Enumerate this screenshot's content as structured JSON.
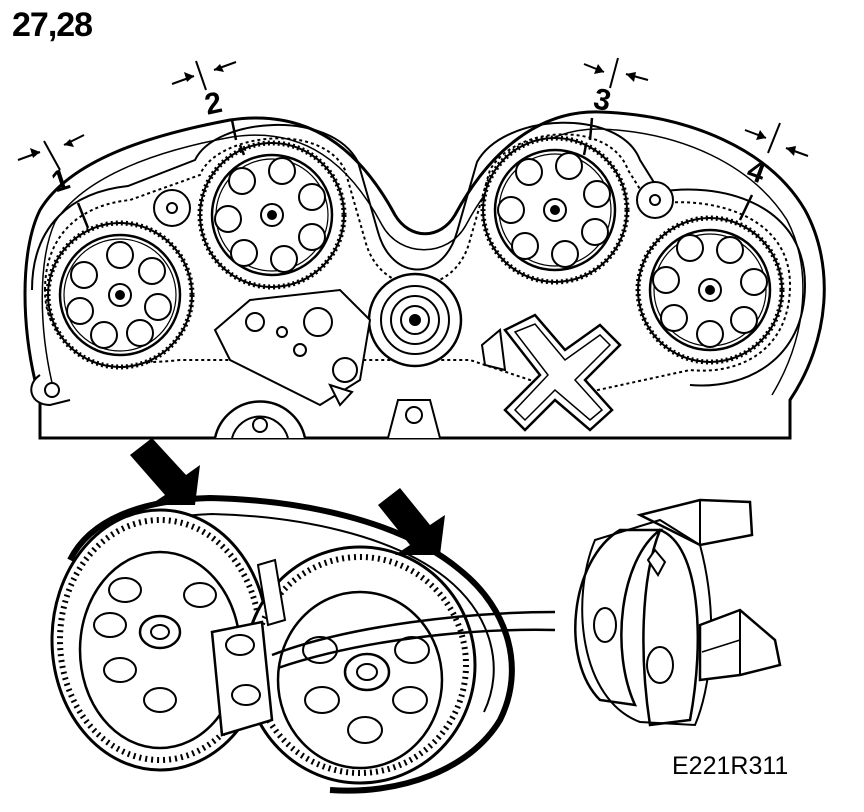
{
  "header": {
    "step_label": "27,28"
  },
  "marks": [
    {
      "id": "mark-1",
      "label": "1"
    },
    {
      "id": "mark-2",
      "label": "2"
    },
    {
      "id": "mark-3",
      "label": "3"
    },
    {
      "id": "mark-4",
      "label": "4"
    }
  ],
  "footer": {
    "figure_code": "E221R311"
  },
  "colors": {
    "ink": "#000000",
    "paper": "#ffffff"
  }
}
